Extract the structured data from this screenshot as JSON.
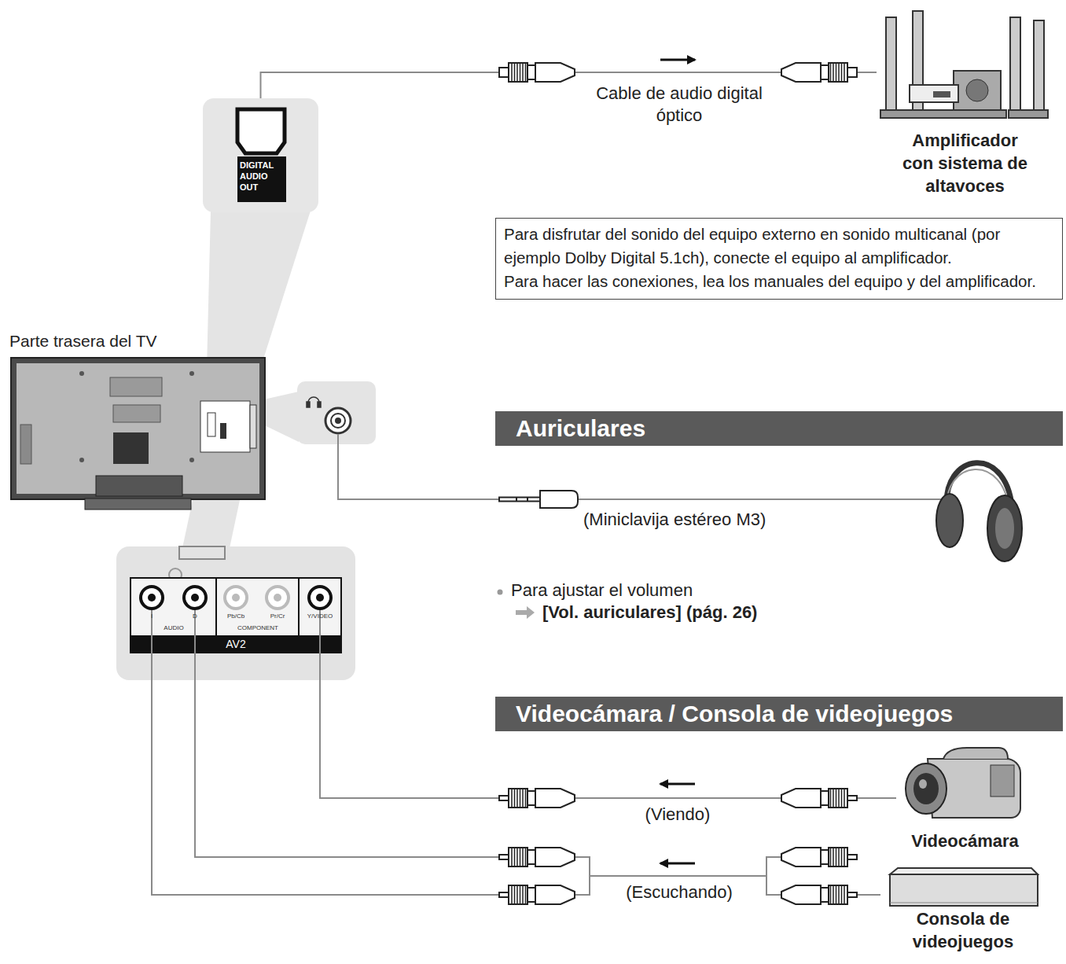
{
  "diagram": {
    "nodes": [
      {
        "text": [
          "Parte trasera del TV"
        ]
      },
      {
        "text": [
          "DIGITAL AUDIO OUT"
        ]
      },
      {
        "text": [
          "I",
          "AUDIO",
          "D",
          "Pb/Cb",
          "Pr/Cr",
          "COMPONENT",
          "Y/VIDEO",
          "AV2"
        ]
      },
      {
        "text": [
          "Amplificador con sistema de altavoces"
        ]
      },
      {
        "text": [
          "Para disfrutar del sonido del equipo externo en sonido multicanal (por ejemplo Dolby Digital 5.1ch), conecte el equipo al amplificador.",
          "Para hacer las conexiones, lea los manuales del equipo y del amplificador."
        ]
      },
      {
        "text": [
          "Auriculares"
        ]
      },
      {
        "text": [
          "Videocámara / Consola de videojuegos"
        ]
      },
      {
        "text": [
          "Videocámara"
        ]
      },
      {
        "text": [
          "Consola de videojuegos"
        ]
      }
    ],
    "edges": [
      {
        "from": 1,
        "to": 3,
        "arrow": "to",
        "label": "Cable de audio digital óptico"
      },
      {
        "from": 7,
        "to": 2,
        "arrow": "to",
        "label": "(Viendo)"
      },
      {
        "from": 8,
        "to": 2,
        "arrow": "to",
        "label": "(Escuchando)"
      }
    ],
    "labels": [
      "(Miniclavija estéreo M3)",
      "Para ajustar el volumen",
      "[Vol. auriculares] (pág. 26)"
    ]
  }
}
